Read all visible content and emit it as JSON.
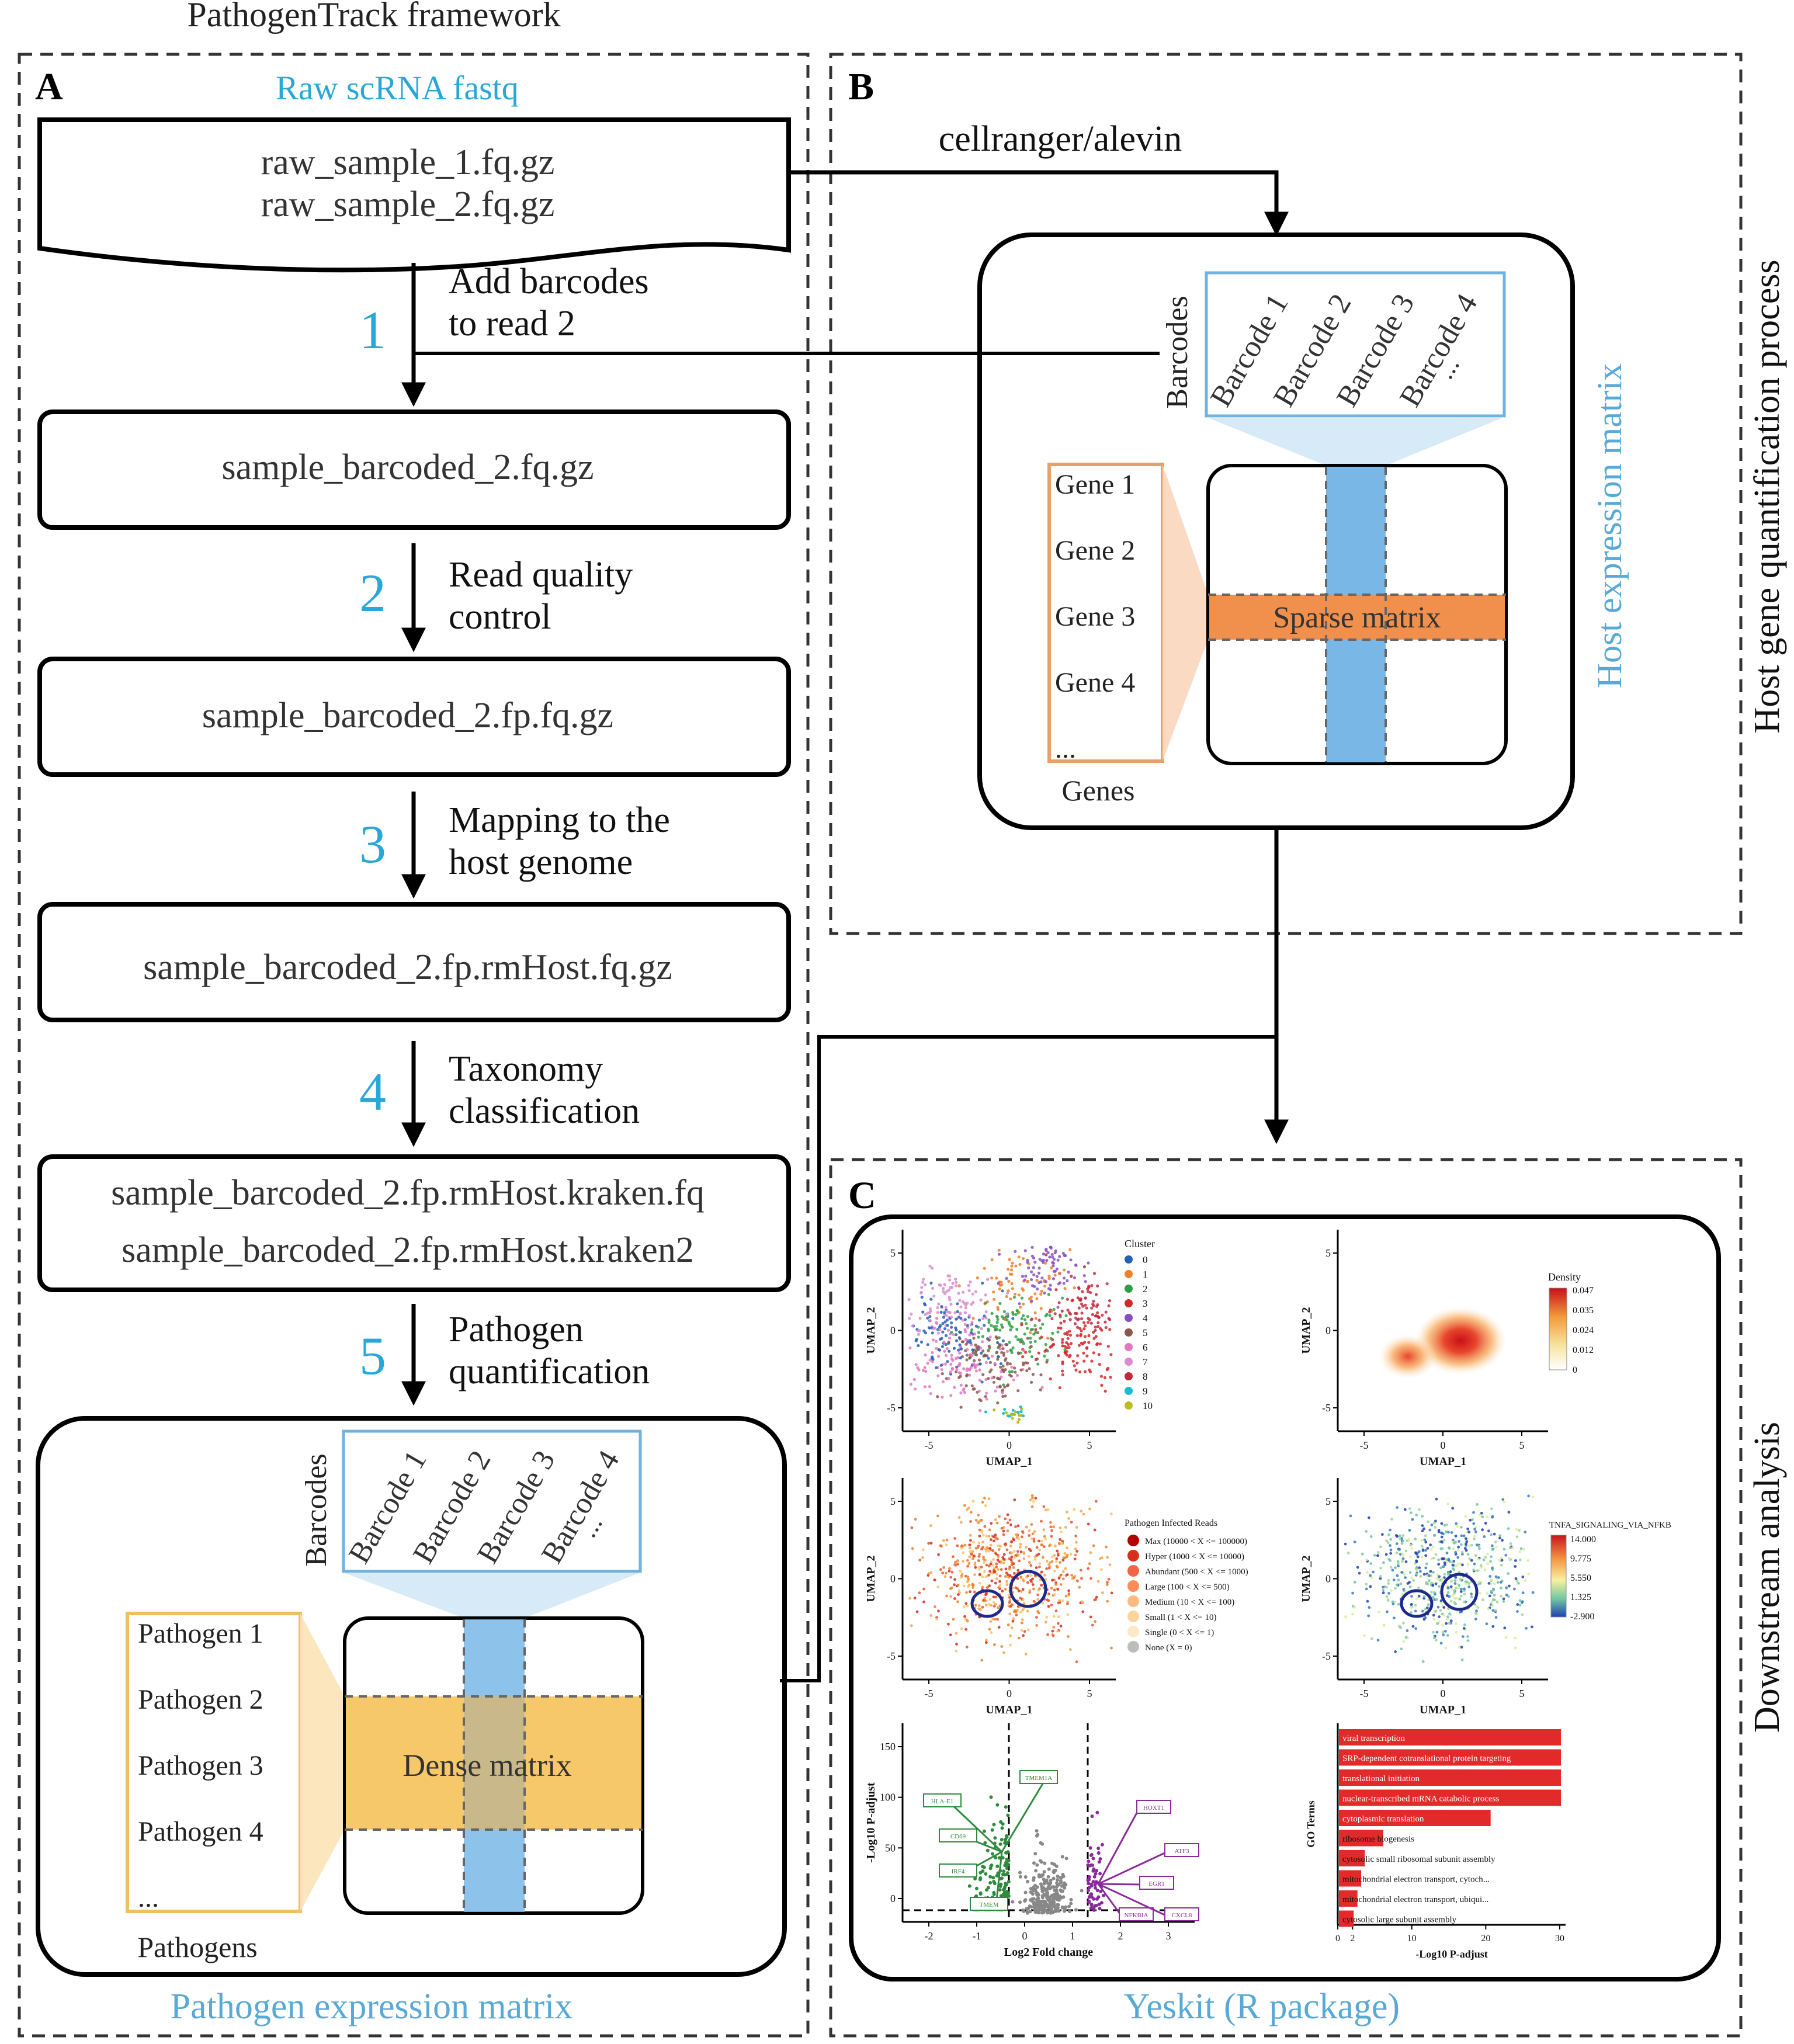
{
  "title": "PathogenTrack framework",
  "panels": {
    "a": "A",
    "b": "B",
    "c": "C"
  },
  "side_labels": {
    "host_quant": "Host gene quantification process",
    "downstream": "Downstream analysis"
  },
  "a": {
    "raw_label": "Raw scRNA fastq",
    "raw_files": [
      "raw_sample_1.fq.gz",
      "raw_sample_2.fq.gz"
    ],
    "steps": [
      {
        "num": "1",
        "line1": "Add barcodes",
        "line2": "to read 2"
      },
      {
        "num": "2",
        "line1": "Read quality",
        "line2": "control"
      },
      {
        "num": "3",
        "line1": "Mapping to the",
        "line2": "host genome"
      },
      {
        "num": "4",
        "line1": "Taxonomy",
        "line2": "classification"
      },
      {
        "num": "5",
        "line1": "Pathogen",
        "line2": "quantification"
      }
    ],
    "files": {
      "f1": "sample_barcoded_2.fq.gz",
      "f2": "sample_barcoded_2.fp.fq.gz",
      "f3": "sample_barcoded_2.fp.rmHost.fq.gz",
      "f4a": "sample_barcoded_2.fp.rmHost.kraken.fq",
      "f4b": "sample_barcoded_2.fp.rmHost.kraken2"
    },
    "matrix": {
      "barcodes_title": "Barcodes",
      "barcodes": [
        "Barcode 1",
        "Barcode 2",
        "Barcode 3",
        "Barcode 4",
        "..."
      ],
      "rows": [
        "Pathogen 1",
        "Pathogen 2",
        "Pathogen 3",
        "Pathogen 4",
        "..."
      ],
      "rows_title": "Pathogens",
      "center": "Dense matrix",
      "caption": "Pathogen expression matrix"
    }
  },
  "b": {
    "tool": "cellranger/alevin",
    "barcodes_title": "Barcodes",
    "barcodes": [
      "Barcode 1",
      "Barcode 2",
      "Barcode 3",
      "Barcode 4",
      "..."
    ],
    "rows": [
      "Gene 1",
      "Gene 2",
      "Gene 3",
      "Gene 4",
      "..."
    ],
    "rows_title": "Genes",
    "center": "Sparse matrix",
    "caption": "Host expression matrix"
  },
  "c": {
    "caption": "Yeskit (R package)",
    "p1": {
      "xlabel": "UMAP_1",
      "ylabel": "UMAP_2",
      "legend_title": "Cluster",
      "xticks": [
        "-5",
        "0",
        "5"
      ],
      "yticks": [
        "5",
        "0",
        "-5"
      ],
      "clusters": [
        "0",
        "1",
        "2",
        "3",
        "4",
        "5",
        "6",
        "7",
        "8",
        "9",
        "10"
      ]
    },
    "p2": {
      "xlabel": "UMAP_1",
      "ylabel": "UMAP_2",
      "legend_title": "Density",
      "xticks": [
        "-5",
        "0",
        "5"
      ],
      "yticks": [
        "5",
        "0",
        "-5"
      ],
      "scale": [
        "0.047",
        "0.035",
        "0.024",
        "0.012",
        "0"
      ]
    },
    "p3": {
      "xlabel": "UMAP_1",
      "ylabel": "UMAP_2",
      "legend_title": "Pathogen Infected Reads",
      "xticks": [
        "-5",
        "0",
        "5"
      ],
      "yticks": [
        "5",
        "0",
        "-5"
      ],
      "items": [
        "Max (10000 < X <= 100000)",
        "Hyper (1000 < X <= 10000)",
        "Abundant (500 < X <= 1000)",
        "Large (100 < X <= 500)",
        "Medium (10 < X <= 100)",
        "Small (1 < X <= 10)",
        "Single (0 < X <= 1)",
        "None (X = 0)"
      ]
    },
    "p4": {
      "xlabel": "UMAP_1",
      "ylabel": "UMAP_2",
      "legend_title": "TNFA_SIGNALING_VIA_NFKB",
      "xticks": [
        "-5",
        "0",
        "5"
      ],
      "yticks": [
        "5",
        "0",
        "-5"
      ],
      "scale": [
        "14.000",
        "9.775",
        "5.550",
        "1.325",
        "-2.900"
      ]
    },
    "p5": {
      "xlabel": "Log2 Fold change",
      "ylabel": "-Log10 P-adjust",
      "xticks": [
        "-2",
        "-1",
        "0",
        "1",
        "2",
        "3"
      ],
      "yticks": [
        "150",
        "100",
        "50",
        "0"
      ],
      "down_genes": [
        "HLA-E1",
        "CD69",
        "IRF4",
        "TMEM",
        "TMEM1A"
      ],
      "up_genes": [
        "HOXT1",
        "ATF3",
        "EGR1",
        "NFKBIA",
        "CXCL8"
      ]
    },
    "p6": {
      "xlabel": "-Log10 P-adjust",
      "ylabel": "GO Terms",
      "xticks": [
        "0",
        "2",
        "10",
        "20",
        "30"
      ],
      "terms": [
        "viral transcription",
        "SRP-dependent cotranslational protein targeting",
        "translational initiation",
        "nuclear-transcribed mRNA catabolic process",
        "cytoplasmic translation",
        "ribosome biogenesis",
        "cytosolic small ribosomal subunit assembly",
        "mitochondrial electron transport, cytoch...",
        "mitochondrial electron transport, ubiqui...",
        "cytosolic large subunit assembly"
      ],
      "values": [
        30,
        30,
        30,
        30,
        20.5,
        6,
        3.5,
        3,
        2.5,
        2
      ]
    }
  },
  "colors": {
    "cyan_text": "#2aa7d9",
    "blue_caption": "#58a9d6",
    "orange_box": "#e8a06a",
    "gold_box": "#f0c060",
    "sparse_row": "#f0904c",
    "dense_row": "#f7c86a",
    "col_blue": "#79b8e6",
    "bar_red": "#e22a2a",
    "green": "#2e8b3d",
    "purple": "#8a2a9a",
    "navy": "#1d2a8c"
  }
}
